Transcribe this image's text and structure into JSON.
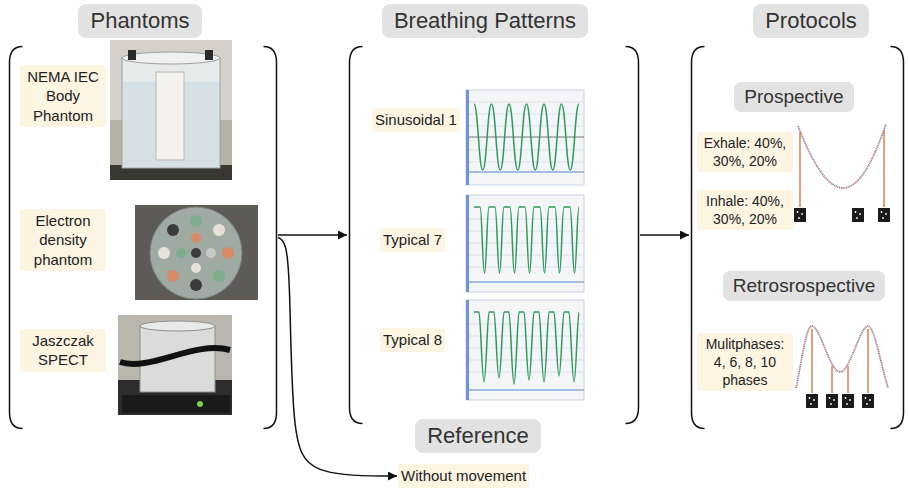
{
  "diagram": {
    "nodes": [
      {
        "text": [
          "Phantoms"
        ]
      },
      {
        "text": [
          "NEMA IEC Body Phantom"
        ],
        "in": 0
      },
      {
        "text": [
          "Electron density phantom"
        ],
        "in": 0
      },
      {
        "text": [
          "Jaszczak SPECT"
        ],
        "in": 0
      },
      {
        "text": [
          "Breathing Patterns"
        ]
      },
      {
        "text": [
          "Sinusoidal 1"
        ],
        "in": 4
      },
      {
        "text": [
          "Typical 7"
        ],
        "in": 4
      },
      {
        "text": [
          "Typical 8"
        ],
        "in": 4
      },
      {
        "text": [
          "Protocols"
        ]
      },
      {
        "text": [
          "Prospective"
        ],
        "in": 8
      },
      {
        "text": [
          "Exhale: 40%, 30%, 20%"
        ],
        "in": 8
      },
      {
        "text": [
          "Inhale: 40%, 30%, 20%"
        ],
        "in": 8
      },
      {
        "text": [
          "Retrosrospective"
        ],
        "in": 8
      },
      {
        "text": [
          "Mulitphases: 4, 6, 8, 10 phases"
        ],
        "in": 8
      },
      {
        "text": [
          "Reference"
        ]
      },
      {
        "text": [
          "Without movement"
        ],
        "in": 14
      }
    ],
    "edges": [
      {
        "from": 0,
        "to": 4,
        "arrow": "to"
      },
      {
        "from": 4,
        "to": 8,
        "arrow": "to"
      },
      {
        "from": 0,
        "to": 15,
        "arrow": "to"
      }
    ]
  }
}
